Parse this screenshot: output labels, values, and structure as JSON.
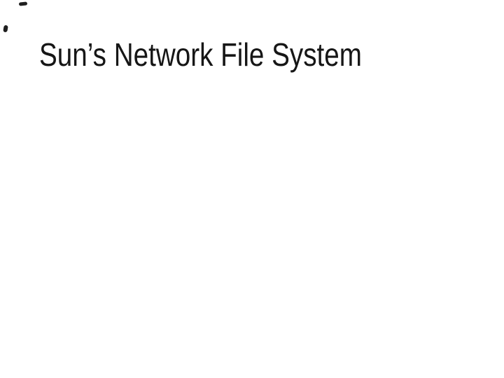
{
  "slide": {
    "title": "Sun’s Network File System"
  },
  "colors": {
    "background": "#ffffff",
    "title_text": "#161616",
    "artifact": "#1f1f1f"
  },
  "artifacts": {
    "top_edge_mark": "ink-dash",
    "left_edge_mark": "ink-dash"
  }
}
